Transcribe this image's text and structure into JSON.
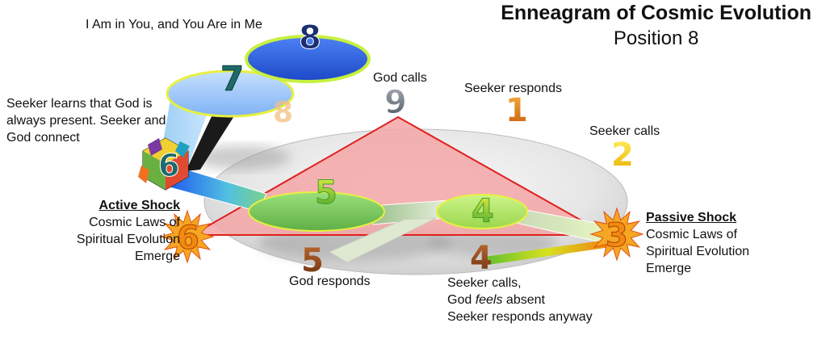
{
  "title": "Enneagram of Cosmic Evolution",
  "subtitle": "Position 8",
  "labels": {
    "top_quote": "I Am in You, and You Are in Me",
    "god_calls": "God calls",
    "seeker_responds": "Seeker responds",
    "seeker_calls": "Seeker calls",
    "seeker_learns_1": "Seeker learns that God is",
    "seeker_learns_2": "always present. Seeker and",
    "seeker_learns_3": "God connect",
    "active_shock": "Active Shock",
    "active_1": "Cosmic Laws of",
    "active_2": "Spiritual Evolution",
    "active_3": "Emerge",
    "passive_shock": "Passive Shock",
    "passive_1": "Cosmic Laws of",
    "passive_2": "Spiritual Evolution",
    "passive_3": "Emerge",
    "god_responds": "God responds",
    "seeker_calls_2": "Seeker calls,",
    "god_feels_pre": "God ",
    "god_feels_em": "feels",
    "god_feels_post": " absent",
    "seeker_responds_anyway": "Seeker responds anyway"
  },
  "numerals": {
    "n1": "1",
    "n2": "2",
    "n3": "3",
    "n4_rim": "4",
    "n4_disc": "4",
    "n5_rim": "5",
    "n5_disc": "5",
    "n6_star": "6",
    "n6_cube": "6",
    "n7": "7",
    "n8_disc": "8",
    "n8_ghost": "8",
    "n9": "9"
  },
  "colors": {
    "triangle_fill": "#f4a6a6",
    "triangle_stroke": "#e02020",
    "disc_green": "#7ccc5a",
    "disc_lime": "#b6ea6a",
    "disc_light_blue": "#9cc8ff",
    "disc_dark_blue": "#2a5ee0",
    "disc_rim_yellow": "#e8f040",
    "star_orange": "#f4a020",
    "num_orange": "#e87a10",
    "num_yellow": "#f0d020",
    "num_gray": "#707884",
    "num_navy": "#1a2f70",
    "num_teal": "#1e6a6a"
  },
  "icons": [
    "burst-star-icon",
    "colored-cube-icon"
  ]
}
